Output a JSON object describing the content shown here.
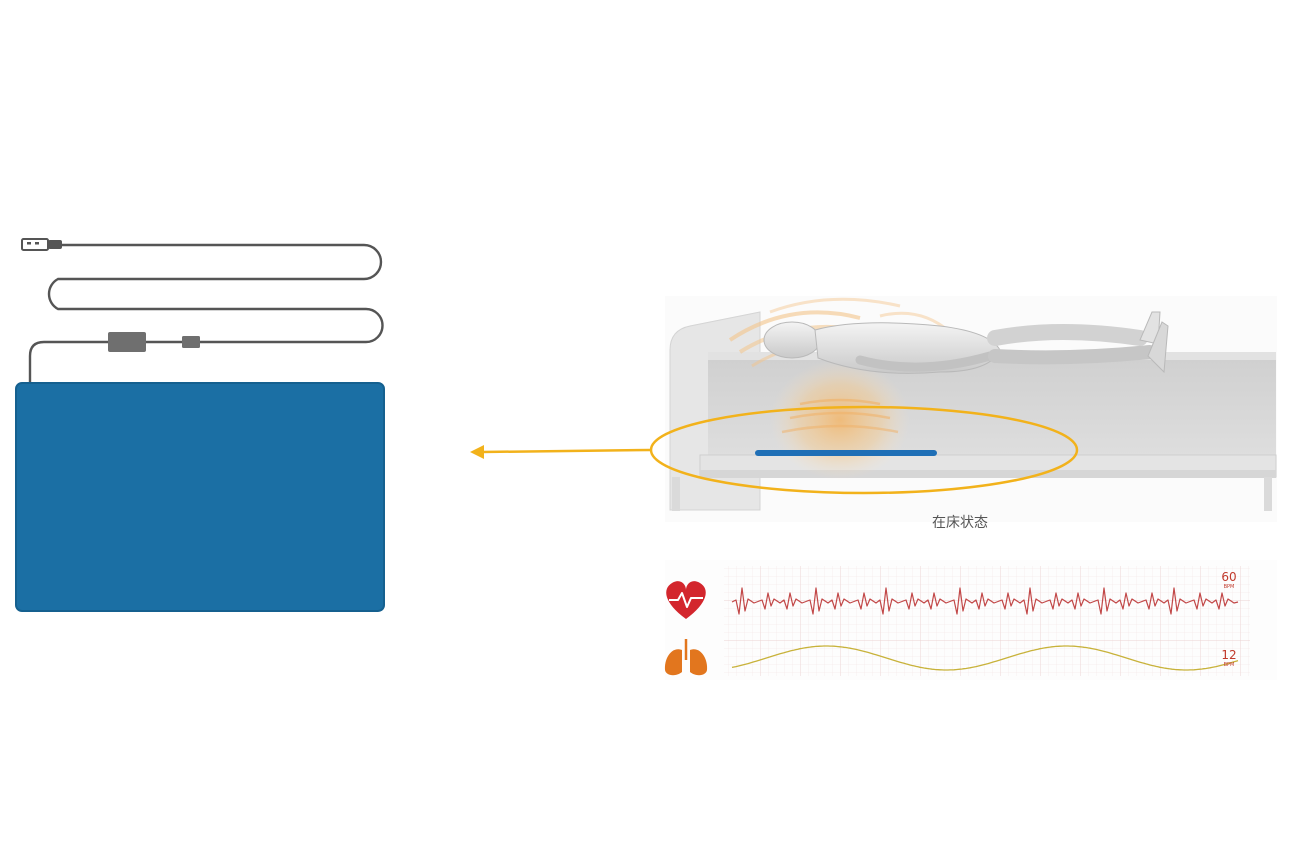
{
  "bed_state_caption": "在床状态",
  "heart": {
    "value": "60",
    "unit": "BPM"
  },
  "respiration": {
    "value": "12",
    "unit": "BPM"
  },
  "colors": {
    "mat_blue": "#1b6fa4",
    "mat_border": "#15608f",
    "cable": "#555555",
    "arrow_orange": "#f2b21b",
    "heart_red": "#d3262d",
    "lung_orange": "#e2761e",
    "ecg_line": "#c24848",
    "resp_line": "#c8b23a",
    "grid": "#f1dede",
    "bed_gray": "#d8d8d8"
  },
  "icons": [
    "usb-plug-icon",
    "heart-icon",
    "lungs-icon"
  ]
}
